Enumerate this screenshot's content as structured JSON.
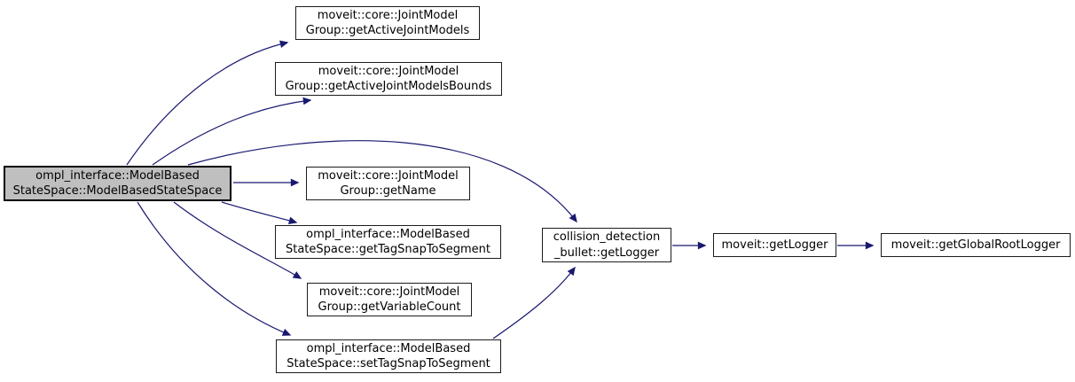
{
  "diagram_type": "doxygen-call-graph",
  "colors": {
    "background": "#ffffff",
    "edge": "#191970",
    "node_border": "#1c1c1c",
    "node_fill": "#ffffff",
    "current_node_fill": "#bfbfbf",
    "text": "#000000"
  },
  "nodes": {
    "main": {
      "line1": "ompl_interface::ModelBased",
      "line2": "StateSpace::ModelBasedStateSpace"
    },
    "get_active_joint_models": {
      "line1": "moveit::core::JointModel",
      "line2": "Group::getActiveJointModels"
    },
    "get_active_joint_models_bounds": {
      "line1": "moveit::core::JointModel",
      "line2": "Group::getActiveJointModelsBounds"
    },
    "get_name": {
      "line1": "moveit::core::JointModel",
      "line2": "Group::getName"
    },
    "get_tag_snap_to_segment": {
      "line1": "ompl_interface::ModelBased",
      "line2": "StateSpace::getTagSnapToSegment"
    },
    "get_variable_count": {
      "line1": "moveit::core::JointModel",
      "line2": "Group::getVariableCount"
    },
    "set_tag_snap_to_segment": {
      "line1": "ompl_interface::ModelBased",
      "line2": "StateSpace::setTagSnapToSegment"
    },
    "collision_get_logger": {
      "line1": "collision_detection",
      "line2": "_bullet::getLogger"
    },
    "moveit_get_logger": {
      "line1": "moveit::getLogger"
    },
    "moveit_get_global_root_logger": {
      "line1": "moveit::getGlobalRootLogger"
    }
  },
  "edges": [
    {
      "from": "main",
      "to": "get_active_joint_models"
    },
    {
      "from": "main",
      "to": "get_active_joint_models_bounds"
    },
    {
      "from": "main",
      "to": "collision_get_logger"
    },
    {
      "from": "main",
      "to": "get_name"
    },
    {
      "from": "main",
      "to": "get_tag_snap_to_segment"
    },
    {
      "from": "main",
      "to": "get_variable_count"
    },
    {
      "from": "main",
      "to": "set_tag_snap_to_segment"
    },
    {
      "from": "set_tag_snap_to_segment",
      "to": "collision_get_logger"
    },
    {
      "from": "collision_get_logger",
      "to": "moveit_get_logger"
    },
    {
      "from": "moveit_get_logger",
      "to": "moveit_get_global_root_logger"
    }
  ]
}
